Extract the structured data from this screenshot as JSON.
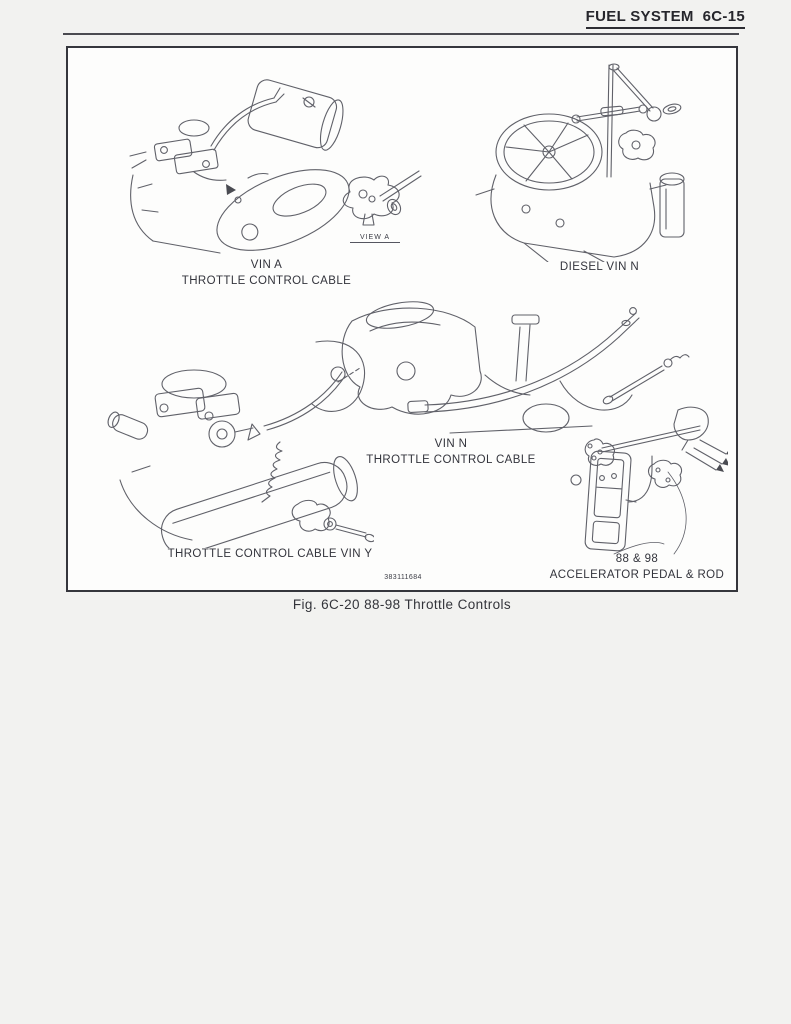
{
  "colors": {
    "page_background": "#f2f2f0",
    "figure_background": "#fdfdfc",
    "ink": "#2f3038",
    "line_art": "#606169"
  },
  "header": {
    "title": "FUEL SYSTEM  6C-15"
  },
  "figure": {
    "caption": "Fig. 6C-20 88-98 Throttle Controls",
    "part_number": "383111684",
    "labels": {
      "vin_a": {
        "line1": "VIN A",
        "line2": "THROTTLE CONTROL CABLE"
      },
      "view_a": "VIEW A",
      "diesel_vin_n": "DIESEL VIN N",
      "vin_n": {
        "line1": "VIN N",
        "line2": "THROTTLE CONTROL CABLE"
      },
      "vin_y": "THROTTLE CONTROL CABLE VIN Y",
      "pedal": {
        "line1": "88 & 98",
        "line2": "ACCELERATOR PEDAL & ROD"
      }
    },
    "drawings": [
      {
        "name": "vin-a-engine-drawing",
        "subject": "VIN A throttle control cable on gasoline engine"
      },
      {
        "name": "view-a-detail-drawing",
        "subject": "View A cable attachment detail"
      },
      {
        "name": "diesel-vin-n-engine-drawing",
        "subject": "Diesel VIN N throttle linkage on engine"
      },
      {
        "name": "vin-n-engine-drawing",
        "subject": "VIN N throttle control cable on engine"
      },
      {
        "name": "vin-y-engine-drawing",
        "subject": "VIN Y throttle control cable on engine"
      },
      {
        "name": "accelerator-pedal-drawing",
        "subject": "88 & 98 accelerator pedal and rod"
      }
    ]
  }
}
